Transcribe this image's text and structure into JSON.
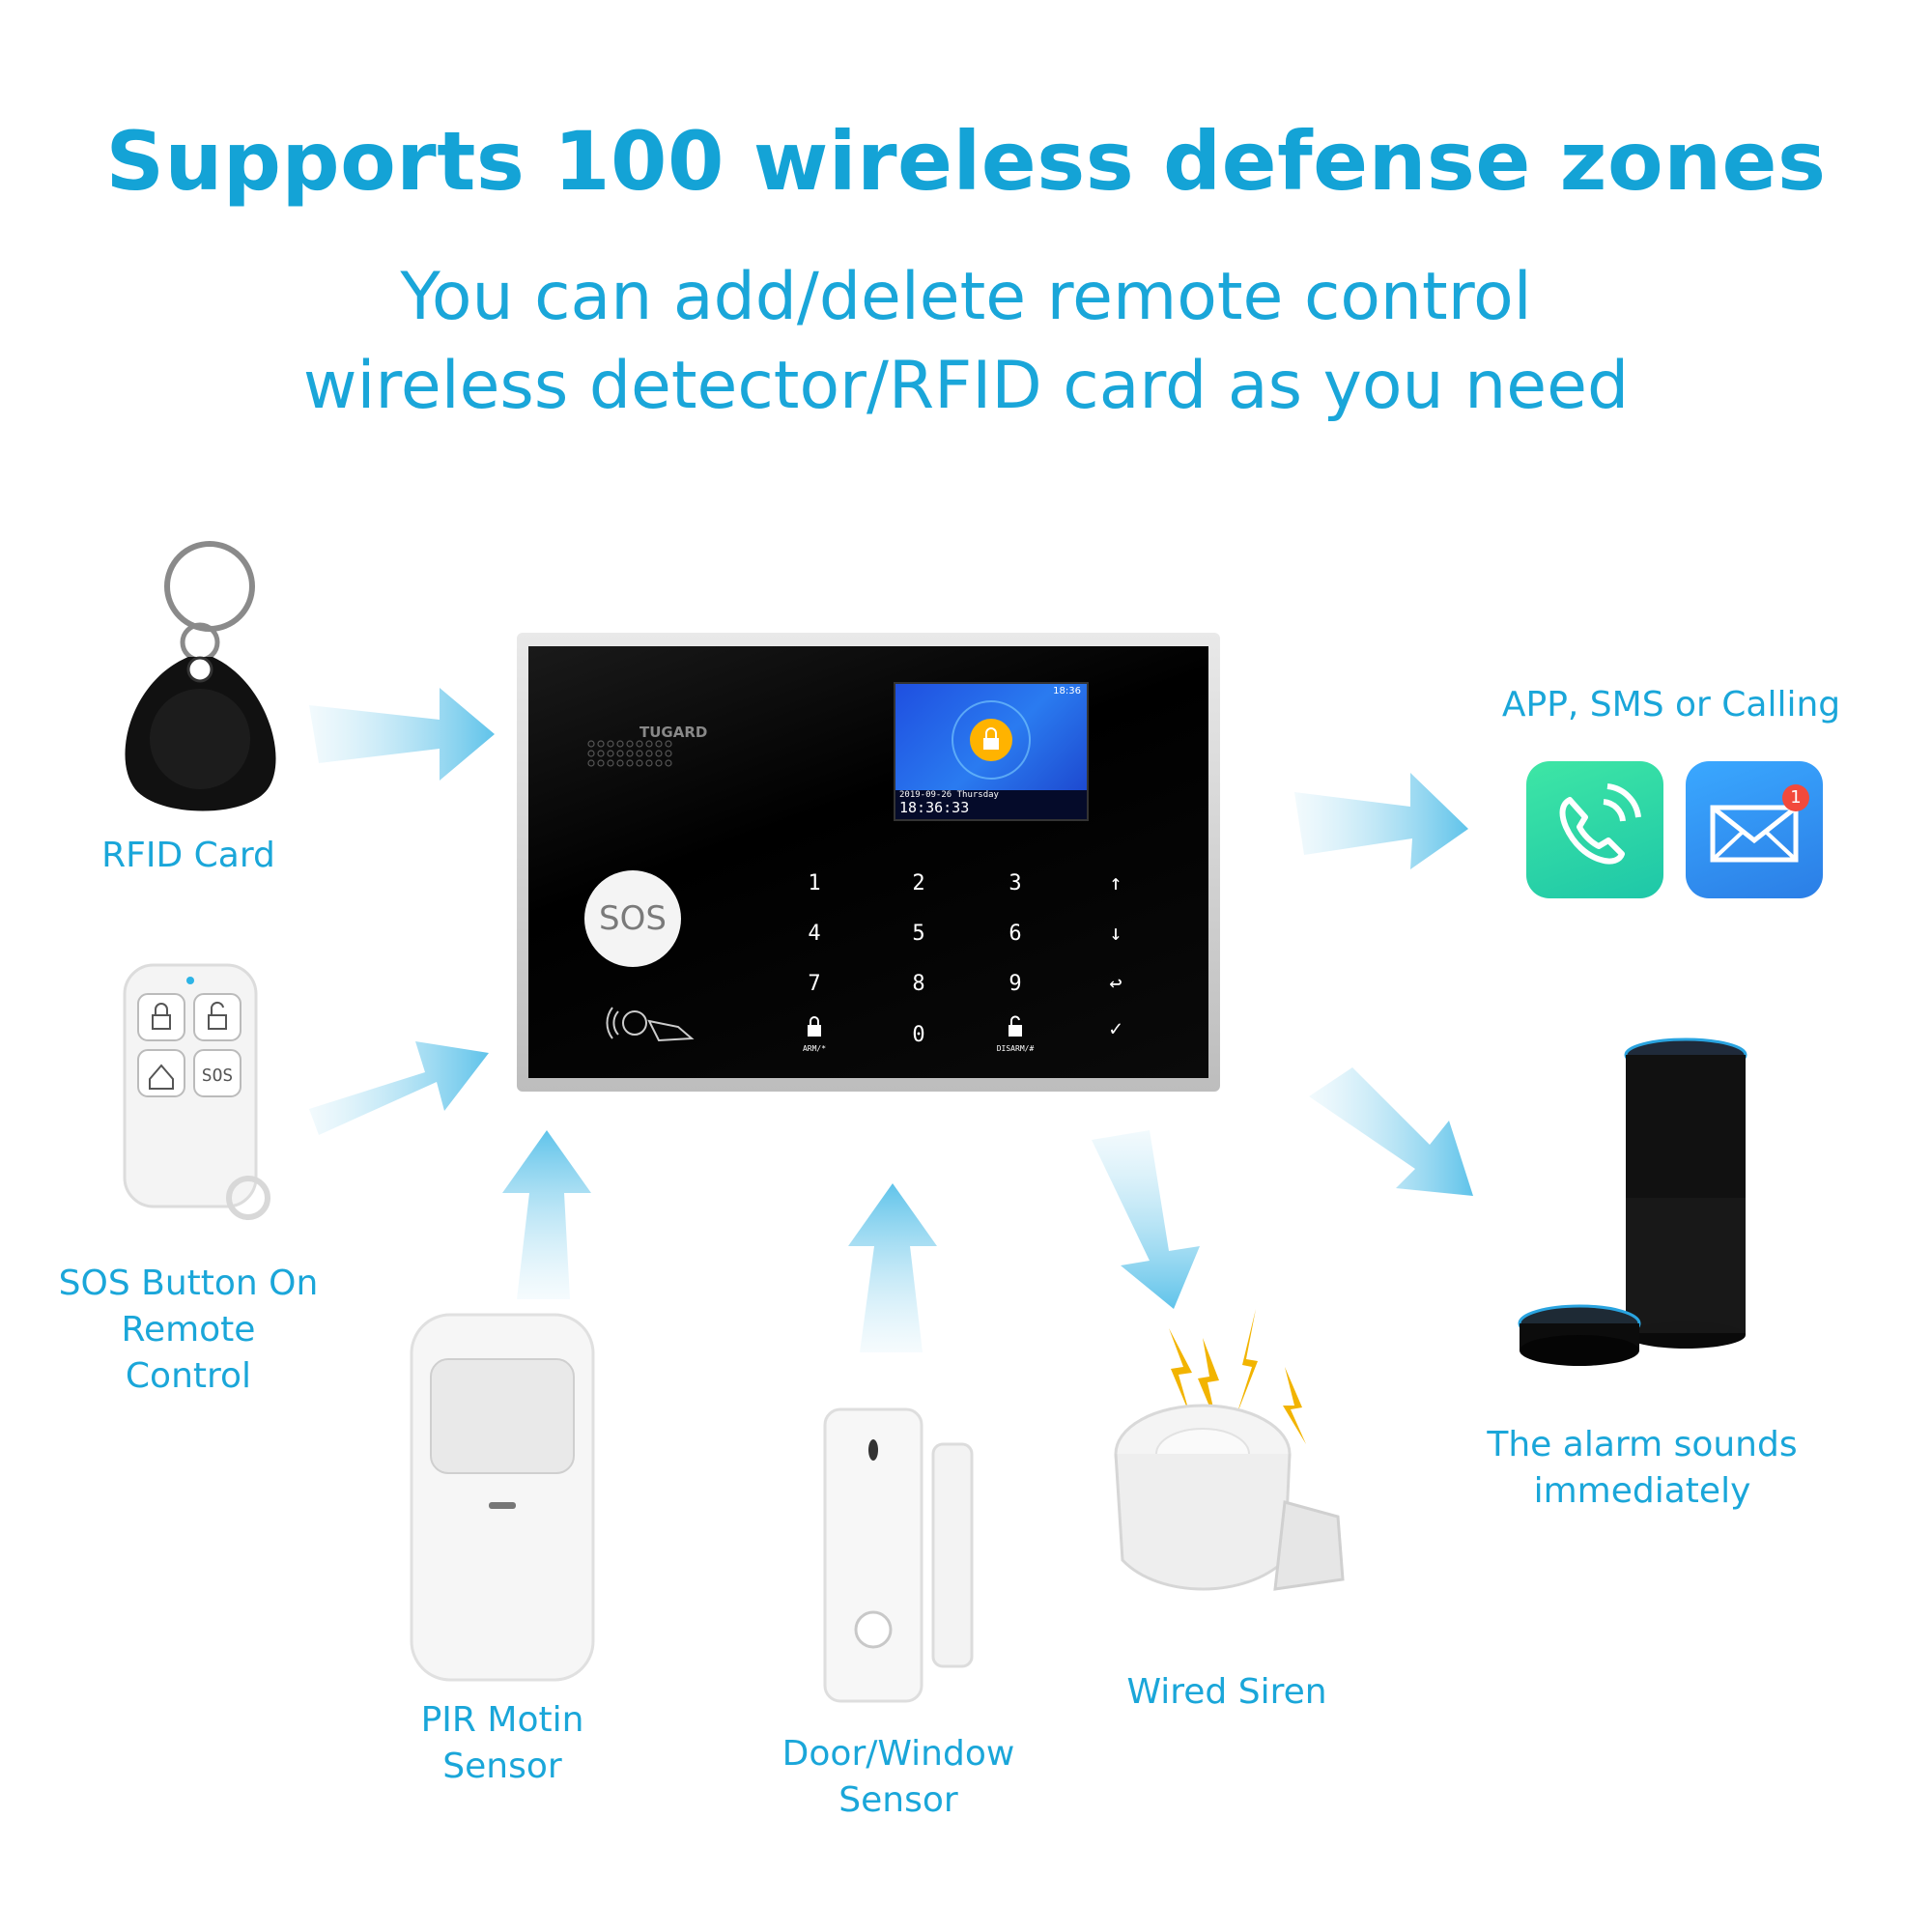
{
  "headline": "Supports 100 wireless defense zones",
  "subtitle_line1": "You can add/delete remote control",
  "subtitle_line2": "wireless detector/RFID card as you need",
  "labels": {
    "rfid_card": "RFID Card",
    "sos_line1": "SOS Button On",
    "sos_line2": "Remote Control",
    "pir": "PIR Motin Sensor",
    "door_window": "Door/Window Sensor",
    "wired_siren": "Wired Siren",
    "app_sms": "APP, SMS or Calling",
    "alarm_sounds": "The alarm sounds immediately"
  },
  "hub": {
    "brand": "TUGARD",
    "status_time": "18:36",
    "screen_date": "2019-09-26 Thursday",
    "screen_time": "18:36:33",
    "sos_label": "SOS",
    "keys": [
      "1",
      "2",
      "3",
      "↑",
      "4",
      "5",
      "6",
      "↓",
      "7",
      "8",
      "9",
      "↩",
      "",
      "0",
      "",
      "✓"
    ],
    "arm_label": "ARM/*",
    "disarm_label": "DISARM/#"
  },
  "remote": {
    "sos_key": "SOS"
  },
  "mail_badge": "1",
  "colors": {
    "accent": "#1aa6d9",
    "call_green": "#2ed39a",
    "mail_blue": "#2f8ff0"
  }
}
